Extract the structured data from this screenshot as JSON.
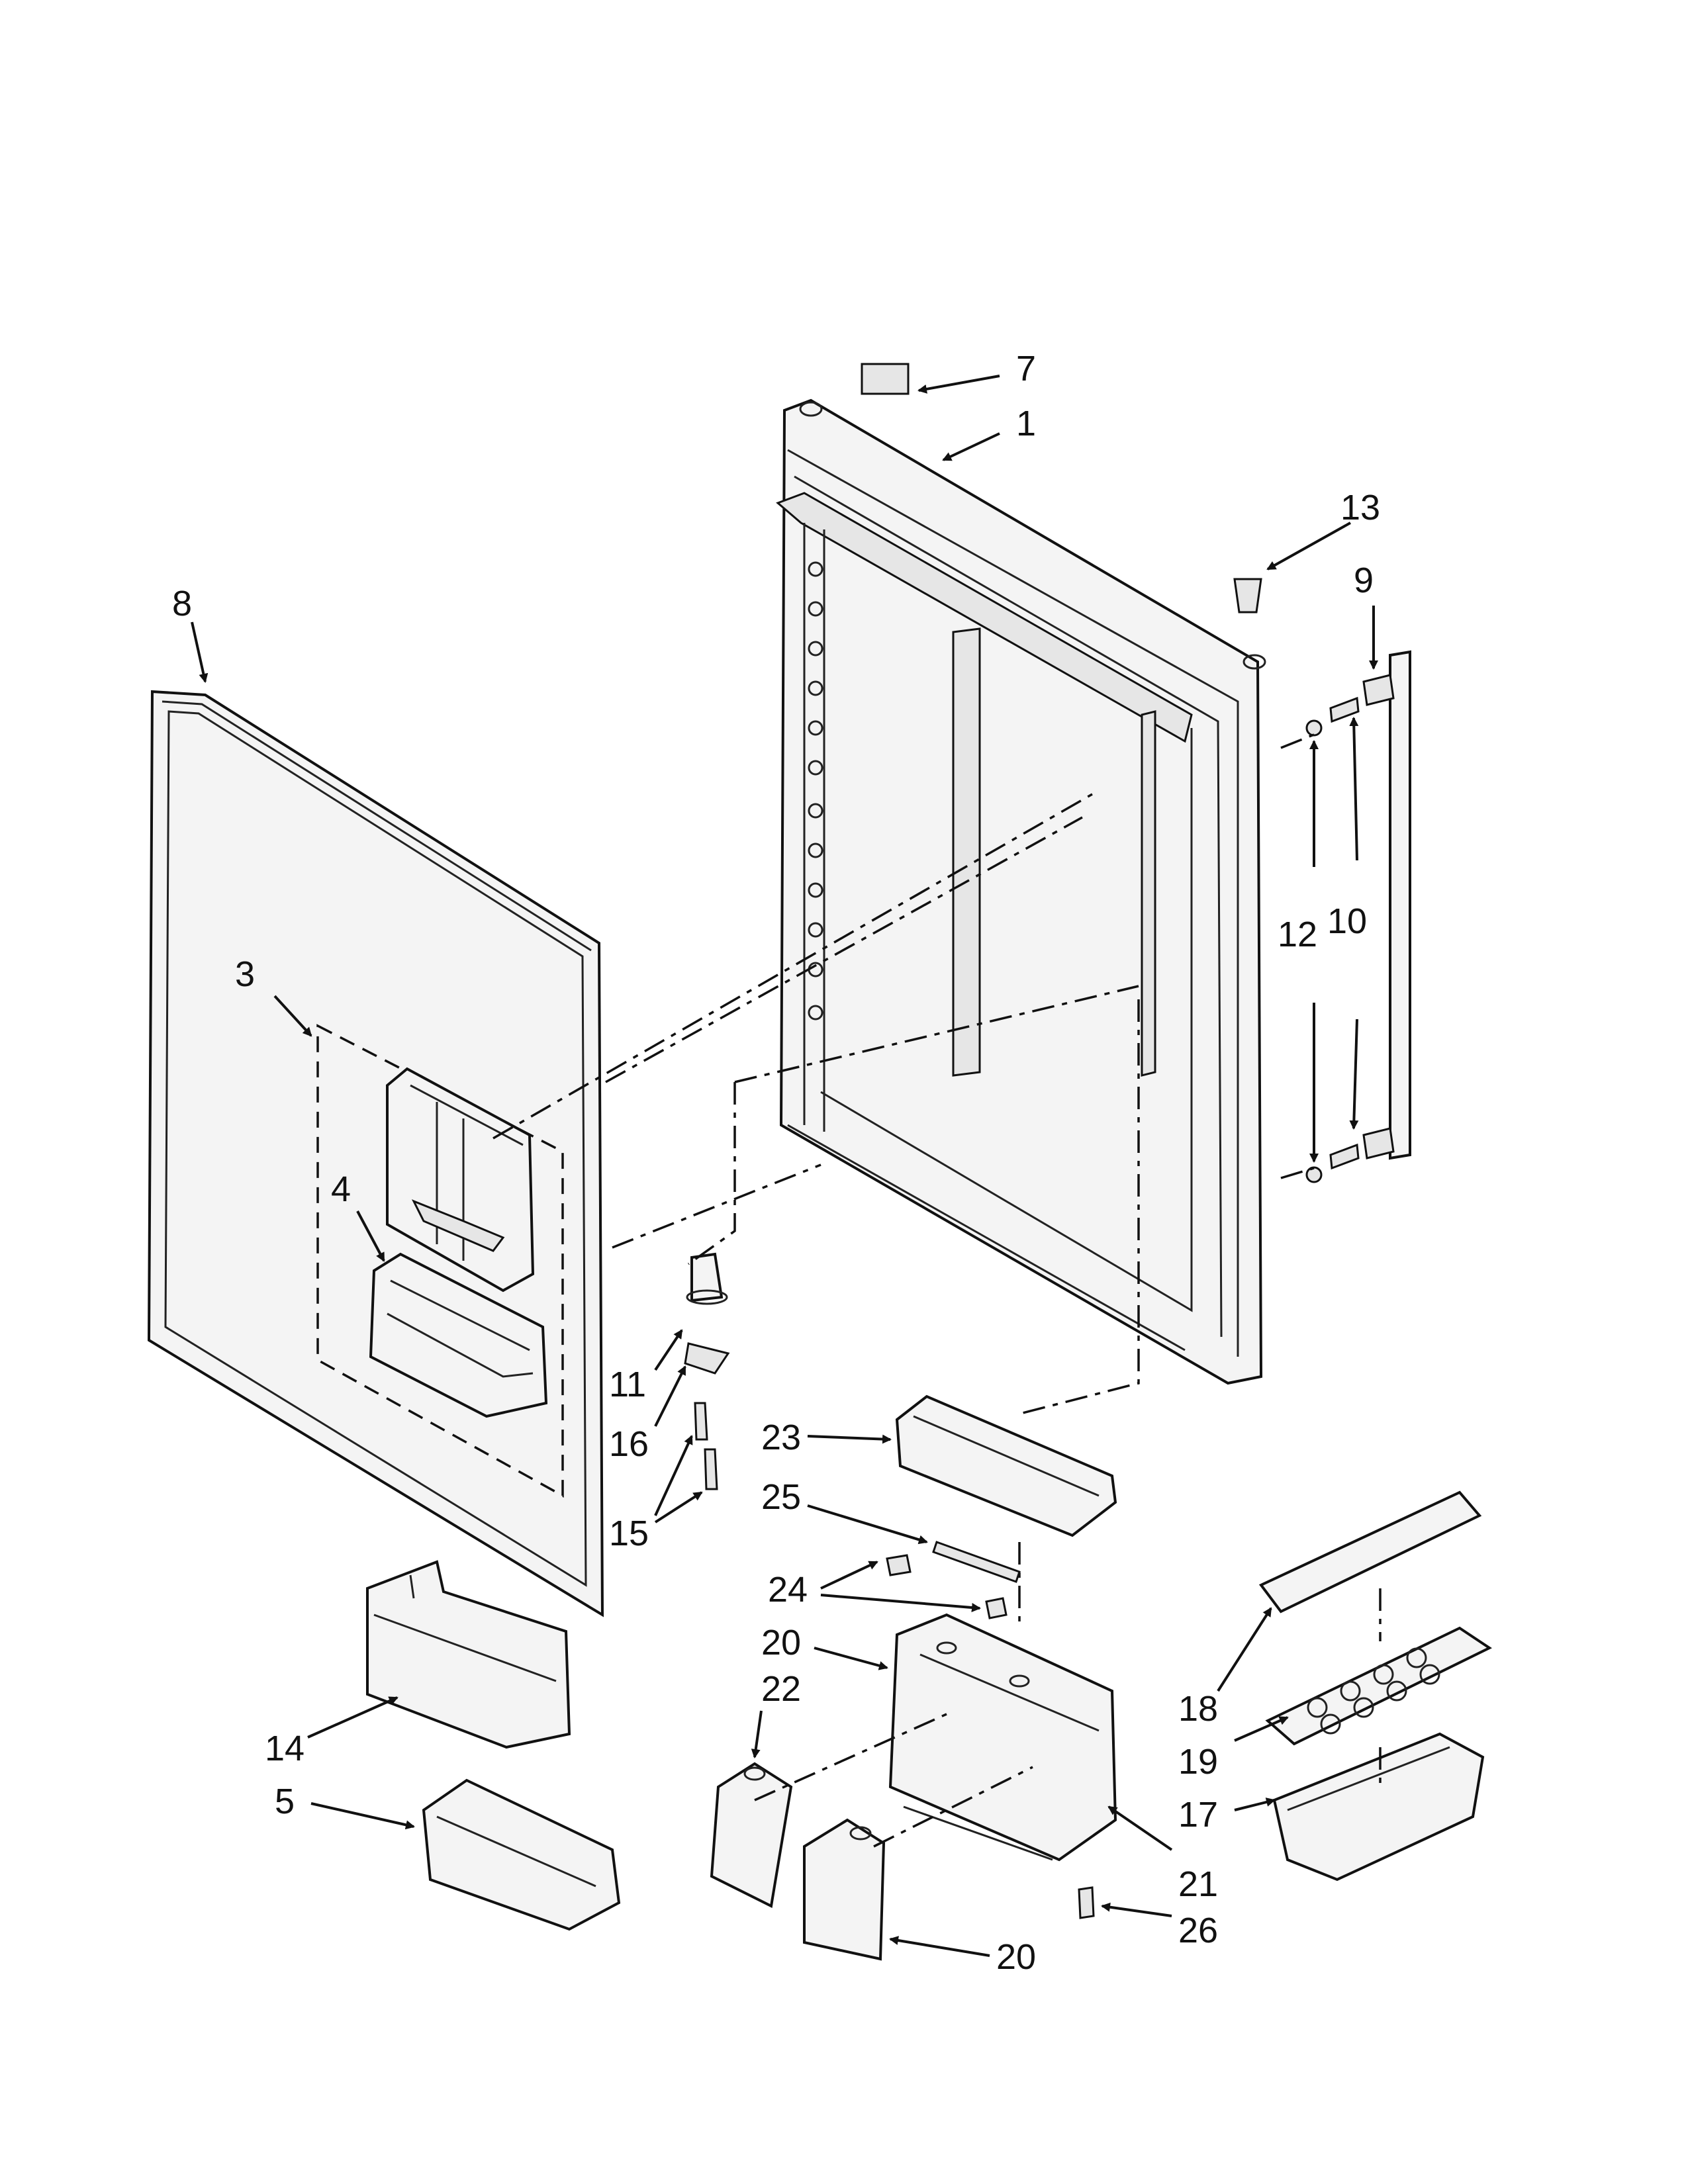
{
  "diagram": {
    "callouts": [
      {
        "id": "c1",
        "text": "1"
      },
      {
        "id": "c3",
        "text": "3"
      },
      {
        "id": "c4",
        "text": "4"
      },
      {
        "id": "c5",
        "text": "5"
      },
      {
        "id": "c7",
        "text": "7"
      },
      {
        "id": "c8",
        "text": "8"
      },
      {
        "id": "c9",
        "text": "9"
      },
      {
        "id": "c10",
        "text": "10"
      },
      {
        "id": "c11",
        "text": "11"
      },
      {
        "id": "c12",
        "text": "12"
      },
      {
        "id": "c13",
        "text": "13"
      },
      {
        "id": "c14",
        "text": "14"
      },
      {
        "id": "c15",
        "text": "15"
      },
      {
        "id": "c16",
        "text": "16"
      },
      {
        "id": "c17",
        "text": "17"
      },
      {
        "id": "c18",
        "text": "18"
      },
      {
        "id": "c19",
        "text": "19"
      },
      {
        "id": "c20a",
        "text": "20"
      },
      {
        "id": "c20b",
        "text": "20"
      },
      {
        "id": "c21",
        "text": "21"
      },
      {
        "id": "c22",
        "text": "22"
      },
      {
        "id": "c23",
        "text": "23"
      },
      {
        "id": "c24",
        "text": "24"
      },
      {
        "id": "c25",
        "text": "25"
      },
      {
        "id": "c26",
        "text": "26"
      }
    ]
  }
}
